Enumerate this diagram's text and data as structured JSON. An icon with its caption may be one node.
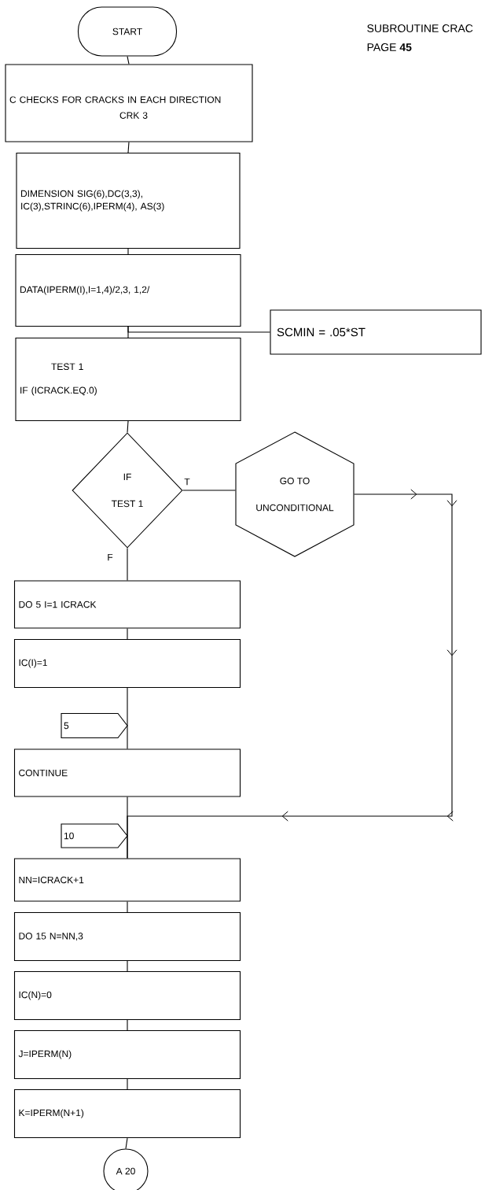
{
  "diagram": {
    "nodes": [
      {
        "text": [
          "START"
        ]
      },
      {
        "text": [
          "C CHECKS FOR CRACKS IN EACH DIRECTION",
          "CRK 3"
        ]
      },
      {
        "text": [
          "DIMENSION SIG(6),DC(3,3), IC(3),STRINC(6),IPERM(4), AS(3)"
        ]
      },
      {
        "text": [
          "DATA(IPERM(I),I=1,4)/2,3, 1,2/"
        ]
      },
      {
        "text": [
          "SCMIN = .05*ST"
        ]
      },
      {
        "text": [
          "TEST 1",
          "IF (ICRACK.EQ.0)"
        ]
      },
      {
        "text": [
          "IF",
          "TEST 1"
        ]
      },
      {
        "text": [
          "GO TO",
          "UNCONDITIONAL"
        ]
      },
      {
        "text": [
          "DO 5 I=1 ICRACK"
        ]
      },
      {
        "text": [
          "IC(I)=1"
        ]
      },
      {
        "text": [
          "5"
        ]
      },
      {
        "text": [
          "CONTINUE"
        ]
      },
      {
        "text": [
          "10"
        ]
      },
      {
        "text": [
          "NN=ICRACK+1"
        ]
      },
      {
        "text": [
          "DO 15 N=NN,3"
        ]
      },
      {
        "text": [
          "IC(N)=0"
        ]
      },
      {
        "text": [
          "J=IPERM(N)"
        ]
      },
      {
        "text": [
          "K=IPERM(N+1)"
        ]
      },
      {
        "text": [
          "A 20"
        ]
      }
    ],
    "edges": [
      {
        "from": 0,
        "to": 1,
        "arrow": "none"
      },
      {
        "from": 1,
        "to": 2,
        "arrow": "none"
      },
      {
        "from": 2,
        "to": 3,
        "arrow": "none"
      },
      {
        "from": 3,
        "to": 5,
        "arrow": "none"
      },
      {
        "from": 3,
        "to": 4,
        "arrow": "none"
      },
      {
        "from": 5,
        "to": 6,
        "arrow": "none"
      },
      {
        "from": 6,
        "to": 7,
        "arrow": "none",
        "label": "T"
      },
      {
        "from": 7,
        "to": 13,
        "arrow": "to"
      },
      {
        "from": 6,
        "to": 8,
        "arrow": "none",
        "label": "F"
      },
      {
        "from": 8,
        "to": 9,
        "arrow": "none"
      },
      {
        "from": 9,
        "to": 11,
        "arrow": "none"
      },
      {
        "from": 11,
        "to": 13,
        "arrow": "none"
      },
      {
        "from": 13,
        "to": 14,
        "arrow": "none"
      },
      {
        "from": 14,
        "to": 15,
        "arrow": "none"
      },
      {
        "from": 15,
        "to": 16,
        "arrow": "none"
      },
      {
        "from": 16,
        "to": 17,
        "arrow": "none"
      },
      {
        "from": 17,
        "to": 18,
        "arrow": "none"
      }
    ],
    "labels": [
      "SUBROUTINE CRAC",
      "PAGE **45**"
    ]
  }
}
